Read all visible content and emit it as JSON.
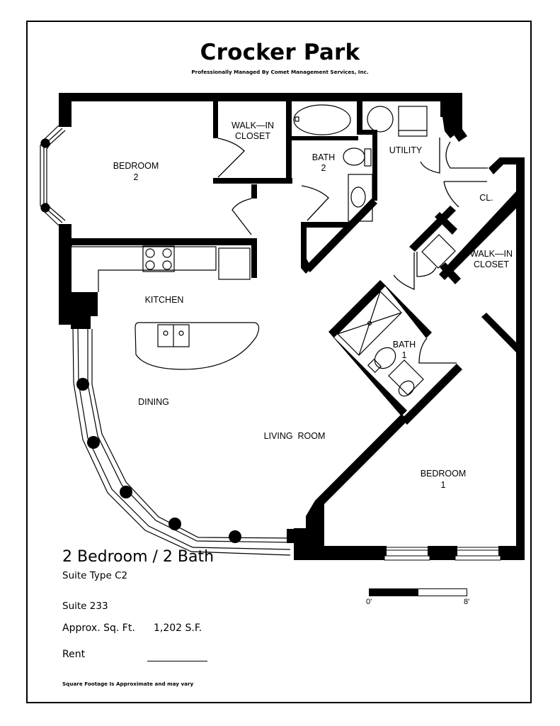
{
  "header": {
    "title": "Crocker Park",
    "subtitle": "Professionally Managed By Comet Management Services, Inc."
  },
  "floorplan": {
    "rooms": [
      {
        "id": "bedroom2",
        "label_line1": "BEDROOM",
        "label_line2": "2"
      },
      {
        "id": "walkin-closet-2",
        "label_line1": "WALK—IN",
        "label_line2": "CLOSET"
      },
      {
        "id": "bath2",
        "label_line1": "BATH",
        "label_line2": "2"
      },
      {
        "id": "utility",
        "label_line1": "UTILITY"
      },
      {
        "id": "closet",
        "label_line1": "CL."
      },
      {
        "id": "walkin-closet-1",
        "label_line1": "WALK—IN",
        "label_line2": "CLOSET"
      },
      {
        "id": "kitchen",
        "label_line1": "KITCHEN"
      },
      {
        "id": "bath1",
        "label_line1": "BATH",
        "label_line2": "1"
      },
      {
        "id": "dining",
        "label_line1": "DINING"
      },
      {
        "id": "living-room",
        "label_line1": "LIVING  ROOM"
      },
      {
        "id": "bedroom1",
        "label_line1": "BEDROOM",
        "label_line2": "1"
      }
    ],
    "scale": {
      "start_label": "0'",
      "end_label": "8'"
    }
  },
  "unit": {
    "type": "2 Bedroom / 2 Bath",
    "suite_type": "Suite Type C2",
    "suite_number": "Suite 233",
    "sqft_label": "Approx. Sq. Ft.",
    "sqft_value": "1,202 S.F.",
    "rent_label": "Rent",
    "rent_value": "",
    "disclaimer": "Square Footage Is Approximate and may vary"
  }
}
